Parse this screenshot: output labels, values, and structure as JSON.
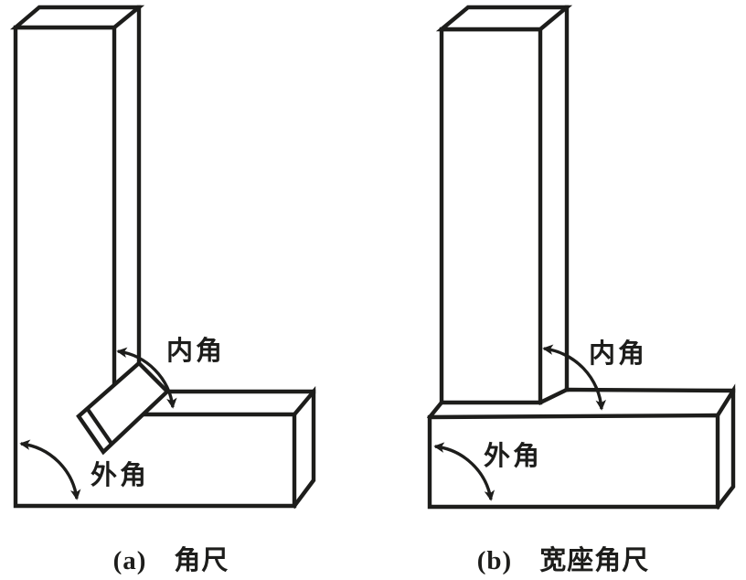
{
  "figure_title": "try-square diagram",
  "colors": {
    "line": "#1d1d1b",
    "background": "#ffffff"
  },
  "panels": {
    "a": {
      "caption": "(a)　角尺",
      "inner_label": "内角",
      "outer_label": "外角"
    },
    "b": {
      "caption": "(b)　宽座角尺",
      "inner_label": "内角",
      "outer_label": "外角"
    }
  }
}
